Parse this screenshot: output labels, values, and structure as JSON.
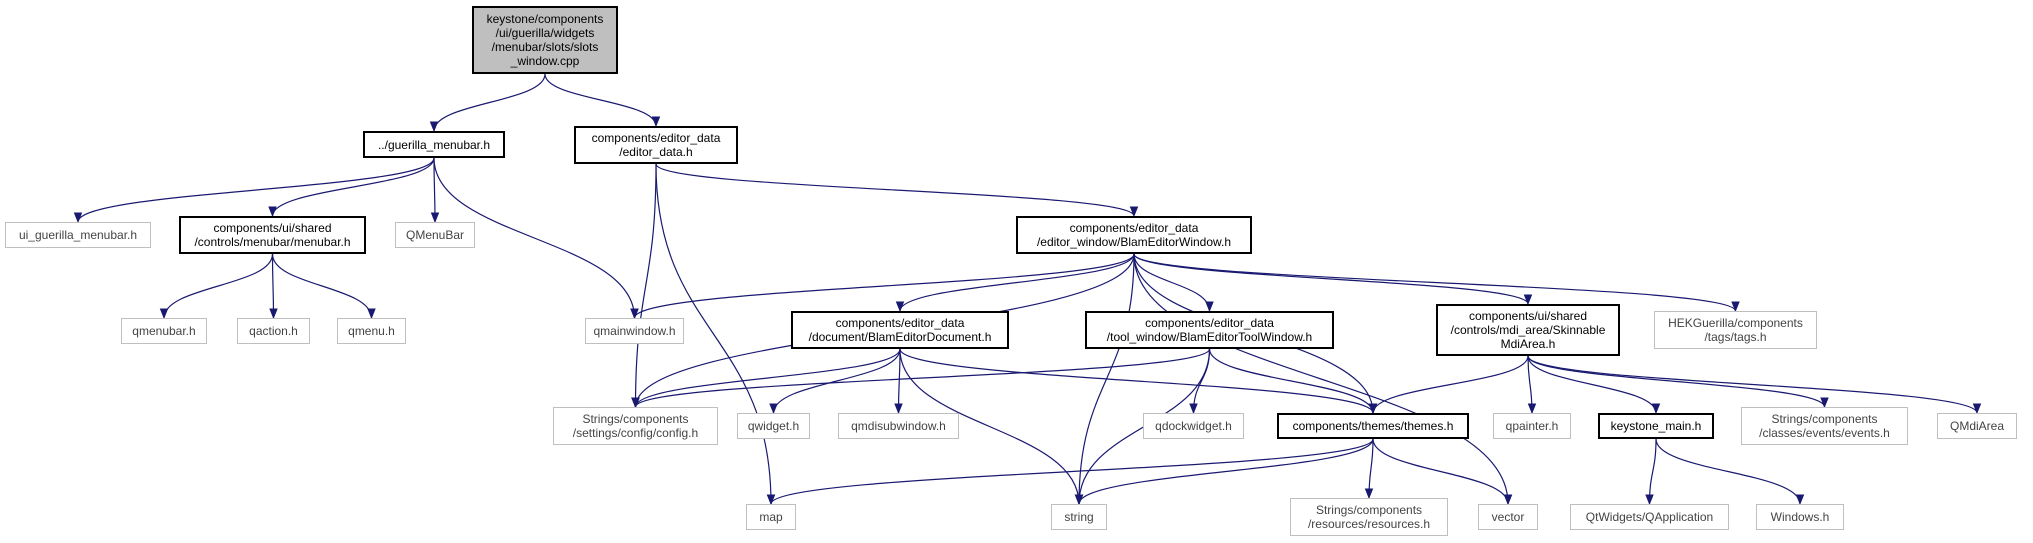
{
  "graph": {
    "edge_color": "#191970",
    "root_fill": "#bfbfbf",
    "nodes": [
      {
        "id": "root",
        "label": "keystone/components\n/ui/guerilla/widgets\n/menubar/slots/slots\n_window.cpp",
        "kind": "root"
      },
      {
        "id": "guerilla_menubar",
        "label": "../guerilla_menubar.h",
        "kind": "project"
      },
      {
        "id": "editor_data",
        "label": "components/editor_data\n/editor_data.h",
        "kind": "project"
      },
      {
        "id": "ui_guerilla_menubar",
        "label": "ui_guerilla_menubar.h",
        "kind": "external"
      },
      {
        "id": "menubar_h",
        "label": "components/ui/shared\n/controls/menubar/menubar.h",
        "kind": "project"
      },
      {
        "id": "QMenuBar",
        "label": "QMenuBar",
        "kind": "external"
      },
      {
        "id": "BlamEditorWindow",
        "label": "components/editor_data\n/editor_window/BlamEditorWindow.h",
        "kind": "project"
      },
      {
        "id": "qmenubar",
        "label": "qmenubar.h",
        "kind": "external"
      },
      {
        "id": "qaction",
        "label": "qaction.h",
        "kind": "external"
      },
      {
        "id": "qmenu",
        "label": "qmenu.h",
        "kind": "external"
      },
      {
        "id": "qmainwindow",
        "label": "qmainwindow.h",
        "kind": "external"
      },
      {
        "id": "BlamEditorDocument",
        "label": "components/editor_data\n/document/BlamEditorDocument.h",
        "kind": "project"
      },
      {
        "id": "BlamEditorToolWindow",
        "label": "components/editor_data\n/tool_window/BlamEditorToolWindow.h",
        "kind": "project"
      },
      {
        "id": "SkinnableMdiArea",
        "label": "components/ui/shared\n/controls/mdi_area/Skinnable\nMdiArea.h",
        "kind": "project"
      },
      {
        "id": "tags_h",
        "label": "HEKGuerilla/components\n/tags/tags.h",
        "kind": "external"
      },
      {
        "id": "config_h",
        "label": "Strings/components\n/settings/config/config.h",
        "kind": "external"
      },
      {
        "id": "qwidget",
        "label": "qwidget.h",
        "kind": "external"
      },
      {
        "id": "qmdisubwindow",
        "label": "qmdisubwindow.h",
        "kind": "external"
      },
      {
        "id": "qdockwidget",
        "label": "qdockwidget.h",
        "kind": "external"
      },
      {
        "id": "themes_h",
        "label": "components/themes/themes.h",
        "kind": "project"
      },
      {
        "id": "qpainter",
        "label": "qpainter.h",
        "kind": "external"
      },
      {
        "id": "keystone_main",
        "label": "keystone_main.h",
        "kind": "project"
      },
      {
        "id": "events_h",
        "label": "Strings/components\n/classes/events/events.h",
        "kind": "external"
      },
      {
        "id": "QMdiArea",
        "label": "QMdiArea",
        "kind": "external"
      },
      {
        "id": "map",
        "label": "map",
        "kind": "external"
      },
      {
        "id": "string",
        "label": "string",
        "kind": "external"
      },
      {
        "id": "resources_h",
        "label": "Strings/components\n/resources/resources.h",
        "kind": "external"
      },
      {
        "id": "vector",
        "label": "vector",
        "kind": "external"
      },
      {
        "id": "QApplication",
        "label": "QtWidgets/QApplication",
        "kind": "external"
      },
      {
        "id": "Windows_h",
        "label": "Windows.h",
        "kind": "external"
      }
    ],
    "edges": [
      [
        "root",
        "guerilla_menubar"
      ],
      [
        "root",
        "editor_data"
      ],
      [
        "guerilla_menubar",
        "ui_guerilla_menubar"
      ],
      [
        "guerilla_menubar",
        "menubar_h"
      ],
      [
        "guerilla_menubar",
        "QMenuBar"
      ],
      [
        "guerilla_menubar",
        "qmainwindow"
      ],
      [
        "menubar_h",
        "qmenubar"
      ],
      [
        "menubar_h",
        "qaction"
      ],
      [
        "menubar_h",
        "qmenu"
      ],
      [
        "editor_data",
        "BlamEditorWindow"
      ],
      [
        "editor_data",
        "map"
      ],
      [
        "editor_data",
        "config_h"
      ],
      [
        "BlamEditorWindow",
        "qmainwindow"
      ],
      [
        "BlamEditorWindow",
        "config_h"
      ],
      [
        "BlamEditorWindow",
        "BlamEditorDocument"
      ],
      [
        "BlamEditorWindow",
        "BlamEditorToolWindow"
      ],
      [
        "BlamEditorWindow",
        "string"
      ],
      [
        "BlamEditorWindow",
        "themes_h"
      ],
      [
        "BlamEditorWindow",
        "SkinnableMdiArea"
      ],
      [
        "BlamEditorWindow",
        "tags_h"
      ],
      [
        "BlamEditorWindow",
        "vector"
      ],
      [
        "BlamEditorDocument",
        "config_h"
      ],
      [
        "BlamEditorDocument",
        "qwidget"
      ],
      [
        "BlamEditorDocument",
        "qmdisubwindow"
      ],
      [
        "BlamEditorDocument",
        "themes_h"
      ],
      [
        "BlamEditorDocument",
        "string"
      ],
      [
        "BlamEditorToolWindow",
        "config_h"
      ],
      [
        "BlamEditorToolWindow",
        "qdockwidget"
      ],
      [
        "BlamEditorToolWindow",
        "themes_h"
      ],
      [
        "BlamEditorToolWindow",
        "string"
      ],
      [
        "SkinnableMdiArea",
        "themes_h"
      ],
      [
        "SkinnableMdiArea",
        "qpainter"
      ],
      [
        "SkinnableMdiArea",
        "keystone_main"
      ],
      [
        "SkinnableMdiArea",
        "events_h"
      ],
      [
        "SkinnableMdiArea",
        "QMdiArea"
      ],
      [
        "themes_h",
        "map"
      ],
      [
        "themes_h",
        "string"
      ],
      [
        "themes_h",
        "resources_h"
      ],
      [
        "themes_h",
        "vector"
      ],
      [
        "keystone_main",
        "QApplication"
      ],
      [
        "keystone_main",
        "Windows_h"
      ]
    ]
  }
}
